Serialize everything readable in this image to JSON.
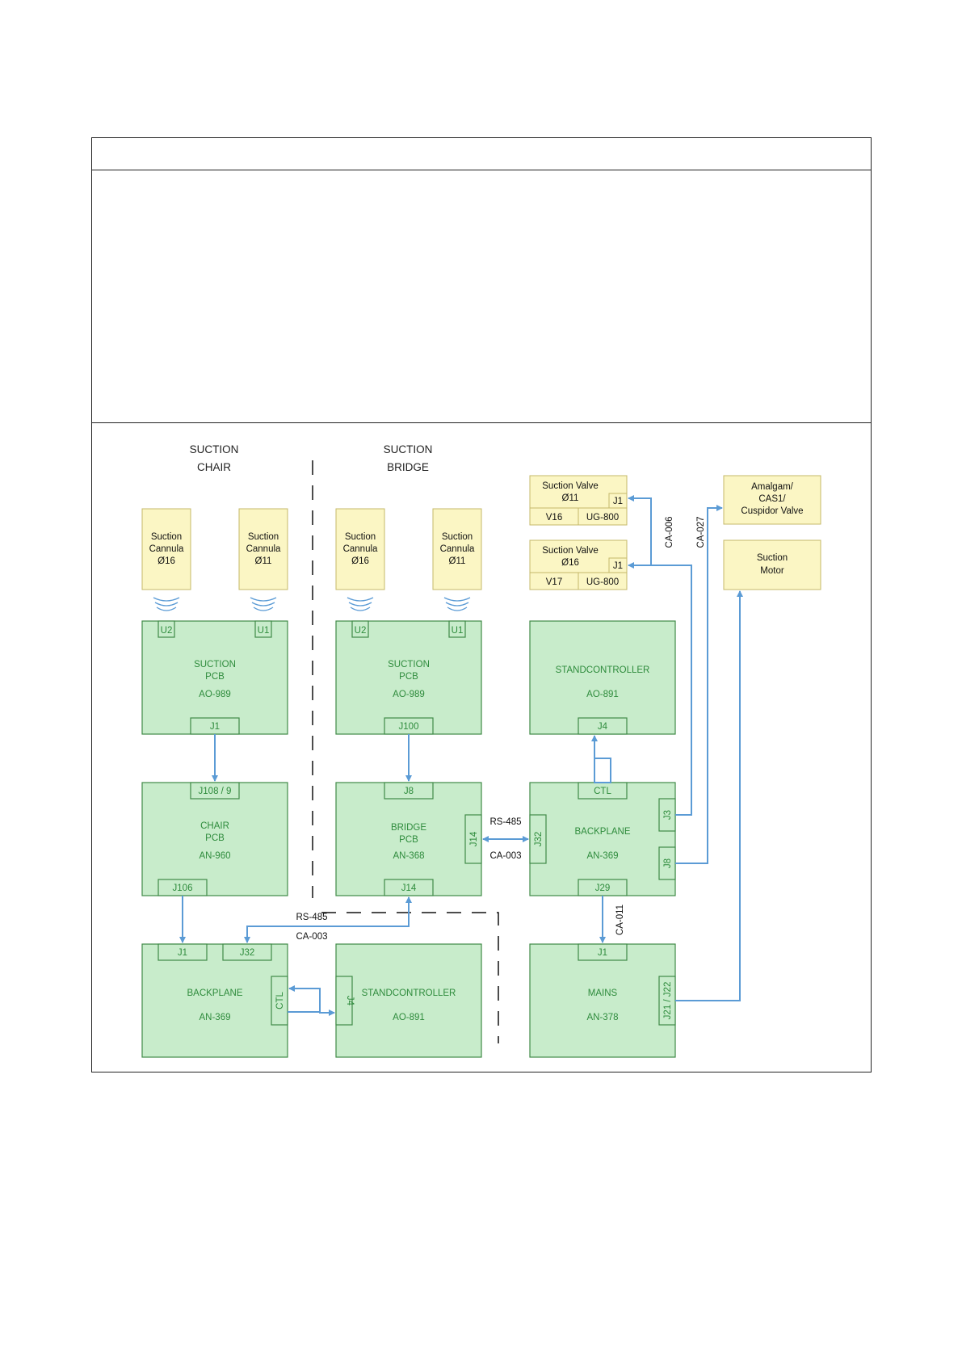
{
  "columns": {
    "chair": [
      "SUCTION",
      "CHAIR"
    ],
    "bridge": [
      "SUCTION",
      "BRIDGE"
    ]
  },
  "cannulas": {
    "chair_16": [
      "Suction",
      "Cannula",
      "Ø16"
    ],
    "chair_11": [
      "Suction",
      "Cannula",
      "Ø11"
    ],
    "bridge_16": [
      "Suction",
      "Cannula",
      "Ø16"
    ],
    "bridge_11": [
      "Suction",
      "Cannula",
      "Ø11"
    ]
  },
  "valves": {
    "v11": {
      "name": [
        "Suction Valve",
        "Ø11"
      ],
      "connector": "J1",
      "id": "V16",
      "part": "UG-800"
    },
    "v16": {
      "name": [
        "Suction Valve",
        "Ø16"
      ],
      "connector": "J1",
      "id": "V17",
      "part": "UG-800"
    }
  },
  "amalgam": [
    "Amalgam/",
    "CAS1/",
    "Cuspidor Valve"
  ],
  "motor": [
    "Suction",
    "Motor"
  ],
  "boards": {
    "suction_chair": {
      "lines": [
        "SUCTION",
        "PCB",
        "AO-989"
      ],
      "connectors": [
        "U2",
        "U1",
        "J1"
      ]
    },
    "suction_bridge": {
      "lines": [
        "SUCTION",
        "PCB",
        "AO-989"
      ],
      "connectors": [
        "U2",
        "U1",
        "J100"
      ]
    },
    "standcontroller_top": {
      "lines": [
        "STANDCONTROLLER",
        "AO-891"
      ],
      "connectors": [
        "J4"
      ]
    },
    "chair_pcb": {
      "lines": [
        "CHAIR",
        "PCB",
        "AN-960"
      ],
      "connectors": [
        "J108 / 9",
        "J106"
      ]
    },
    "bridge_pcb": {
      "lines": [
        "BRIDGE",
        "PCB",
        "AN-368"
      ],
      "connectors": [
        "J8",
        "J14",
        "J14"
      ]
    },
    "backplane_top": {
      "lines": [
        "BACKPLANE",
        "AN-369"
      ],
      "connectors": [
        "CTL",
        "J32",
        "J3",
        "J8",
        "J29"
      ]
    },
    "backplane_bottom": {
      "lines": [
        "BACKPLANE",
        "AN-369"
      ],
      "connectors": [
        "J1",
        "J32",
        "CTL"
      ]
    },
    "standcontroller_bottom": {
      "lines": [
        "STANDCONTROLLER",
        "AO-891"
      ],
      "connectors": [
        "J4"
      ]
    },
    "mains": {
      "lines": [
        "MAINS",
        "AN-378"
      ],
      "connectors": [
        "J1",
        "J21 / J22"
      ]
    }
  },
  "cables": {
    "bridge_backplane": [
      "RS-485",
      "CA-003"
    ],
    "bridge_chair": [
      "RS-485",
      "CA-003"
    ],
    "ca006": "CA-006",
    "ca027": "CA-027",
    "ca011": "CA-011"
  },
  "colors": {
    "board_fill": "#c8eccb",
    "board_border": "#3f8a47",
    "board_text": "#2e8b3c",
    "peripheral_fill": "#fbf6c4",
    "wire": "#5b9bd5"
  }
}
